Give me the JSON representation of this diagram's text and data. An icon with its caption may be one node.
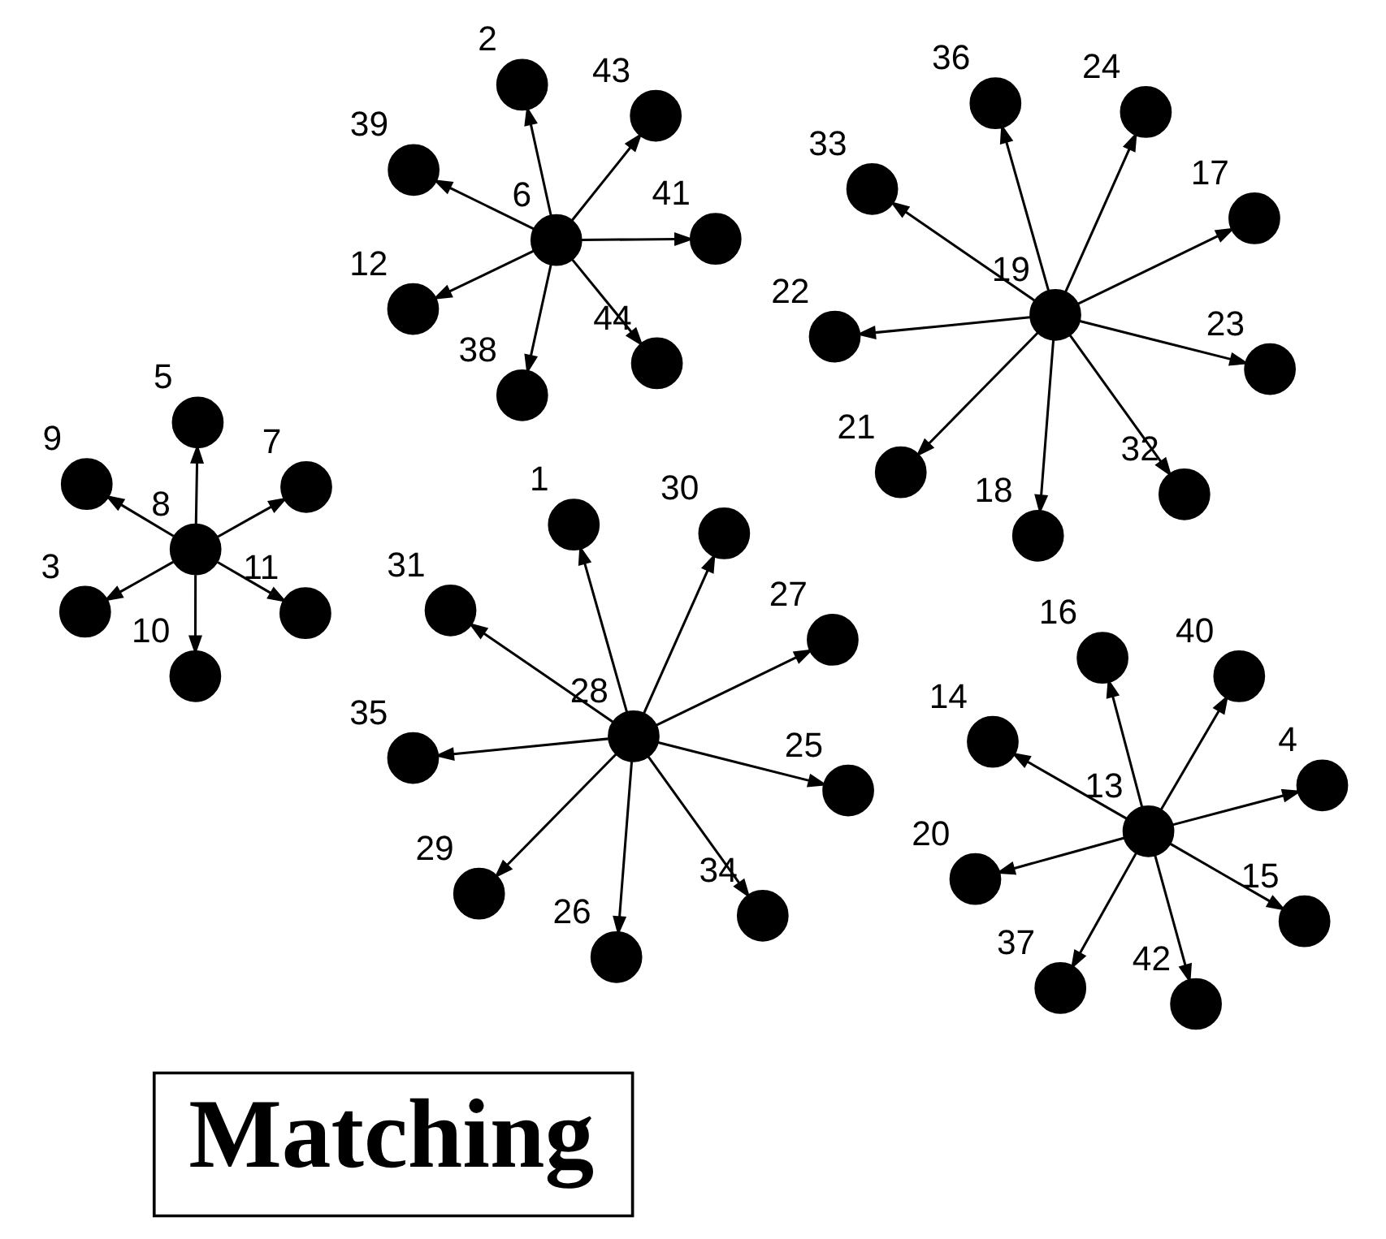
{
  "diagram": {
    "nodes": [
      {
        "text": [],
        "shape": "circle",
        "beside": [
          "8"
        ]
      },
      {
        "text": [],
        "shape": "circle",
        "beside": [
          "11"
        ]
      },
      {
        "text": [],
        "shape": "circle",
        "beside": [
          "10"
        ]
      },
      {
        "text": [],
        "shape": "circle",
        "beside": [
          "9"
        ]
      },
      {
        "text": [],
        "shape": "circle",
        "beside": [
          "7"
        ]
      },
      {
        "text": [],
        "shape": "circle",
        "beside": [
          "5"
        ]
      },
      {
        "text": [],
        "shape": "circle",
        "beside": [
          "3"
        ]
      },
      {
        "text": [],
        "shape": "circle",
        "beside": [
          "28"
        ]
      },
      {
        "text": [],
        "shape": "circle",
        "beside": [
          "27"
        ]
      },
      {
        "text": [],
        "shape": "circle",
        "beside": [
          "26"
        ]
      },
      {
        "text": [],
        "shape": "circle",
        "beside": [
          "31"
        ]
      },
      {
        "text": [],
        "shape": "circle",
        "beside": [
          "30"
        ]
      },
      {
        "text": [],
        "shape": "circle",
        "beside": [
          "1"
        ]
      },
      {
        "text": [],
        "shape": "circle",
        "beside": [
          "35"
        ]
      },
      {
        "text": [],
        "shape": "circle",
        "beside": [
          "25"
        ]
      },
      {
        "text": [],
        "shape": "circle",
        "beside": [
          "29"
        ]
      },
      {
        "text": [],
        "shape": "circle",
        "beside": [
          "34"
        ]
      },
      {
        "text": [],
        "shape": "circle",
        "beside": [
          "6"
        ]
      },
      {
        "text": [],
        "shape": "circle",
        "beside": [
          "41"
        ]
      },
      {
        "text": [],
        "shape": "circle",
        "beside": [
          "38"
        ]
      },
      {
        "text": [],
        "shape": "circle",
        "beside": [
          "39"
        ]
      },
      {
        "text": [],
        "shape": "circle",
        "beside": [
          "43"
        ]
      },
      {
        "text": [],
        "shape": "circle",
        "beside": [
          "2"
        ]
      },
      {
        "text": [],
        "shape": "circle",
        "beside": [
          "12"
        ]
      },
      {
        "text": [],
        "shape": "circle",
        "beside": [
          "44"
        ]
      },
      {
        "text": [],
        "shape": "circle",
        "beside": [
          "13"
        ]
      },
      {
        "text": [],
        "shape": "circle",
        "beside": [
          "4"
        ]
      },
      {
        "text": [],
        "shape": "circle",
        "beside": [
          "37"
        ]
      },
      {
        "text": [],
        "shape": "circle",
        "beside": [
          "14"
        ]
      },
      {
        "text": [],
        "shape": "circle",
        "beside": [
          "40"
        ]
      },
      {
        "text": [],
        "shape": "circle",
        "beside": [
          "16"
        ]
      },
      {
        "text": [],
        "shape": "circle",
        "beside": [
          "20"
        ]
      },
      {
        "text": [],
        "shape": "circle",
        "beside": [
          "15"
        ]
      },
      {
        "text": [],
        "shape": "circle",
        "beside": [
          "42"
        ]
      },
      {
        "text": [],
        "shape": "circle",
        "beside": [
          "19"
        ]
      },
      {
        "text": [],
        "shape": "circle",
        "beside": [
          "17"
        ]
      },
      {
        "text": [],
        "shape": "circle",
        "beside": [
          "18"
        ]
      },
      {
        "text": [],
        "shape": "circle",
        "beside": [
          "33"
        ]
      },
      {
        "text": [],
        "shape": "circle",
        "beside": [
          "24"
        ]
      },
      {
        "text": [],
        "shape": "circle",
        "beside": [
          "36"
        ]
      },
      {
        "text": [],
        "shape": "circle",
        "beside": [
          "22"
        ]
      },
      {
        "text": [],
        "shape": "circle",
        "beside": [
          "23"
        ]
      },
      {
        "text": [],
        "shape": "circle",
        "beside": [
          "21"
        ]
      },
      {
        "text": [],
        "shape": "circle",
        "beside": [
          "32"
        ]
      }
    ],
    "edges": [
      {
        "from": 0,
        "to": 1,
        "arrow": "to"
      },
      {
        "from": 0,
        "to": 2,
        "arrow": "to"
      },
      {
        "from": 0,
        "to": 3,
        "arrow": "to"
      },
      {
        "from": 0,
        "to": 4,
        "arrow": "to"
      },
      {
        "from": 0,
        "to": 5,
        "arrow": "to"
      },
      {
        "from": 0,
        "to": 6,
        "arrow": "to"
      },
      {
        "from": 7,
        "to": 8,
        "arrow": "to"
      },
      {
        "from": 7,
        "to": 9,
        "arrow": "to"
      },
      {
        "from": 7,
        "to": 10,
        "arrow": "to"
      },
      {
        "from": 7,
        "to": 11,
        "arrow": "to"
      },
      {
        "from": 7,
        "to": 12,
        "arrow": "to"
      },
      {
        "from": 7,
        "to": 13,
        "arrow": "to"
      },
      {
        "from": 7,
        "to": 14,
        "arrow": "to"
      },
      {
        "from": 7,
        "to": 15,
        "arrow": "to"
      },
      {
        "from": 7,
        "to": 16,
        "arrow": "to"
      },
      {
        "from": 17,
        "to": 18,
        "arrow": "to"
      },
      {
        "from": 17,
        "to": 19,
        "arrow": "to"
      },
      {
        "from": 17,
        "to": 20,
        "arrow": "to"
      },
      {
        "from": 17,
        "to": 21,
        "arrow": "to"
      },
      {
        "from": 17,
        "to": 22,
        "arrow": "to"
      },
      {
        "from": 17,
        "to": 23,
        "arrow": "to"
      },
      {
        "from": 17,
        "to": 24,
        "arrow": "to"
      },
      {
        "from": 25,
        "to": 26,
        "arrow": "to"
      },
      {
        "from": 25,
        "to": 27,
        "arrow": "to"
      },
      {
        "from": 25,
        "to": 28,
        "arrow": "to"
      },
      {
        "from": 25,
        "to": 29,
        "arrow": "to"
      },
      {
        "from": 25,
        "to": 30,
        "arrow": "to"
      },
      {
        "from": 25,
        "to": 31,
        "arrow": "to"
      },
      {
        "from": 25,
        "to": 32,
        "arrow": "to"
      },
      {
        "from": 25,
        "to": 33,
        "arrow": "to"
      },
      {
        "from": 34,
        "to": 35,
        "arrow": "to"
      },
      {
        "from": 34,
        "to": 36,
        "arrow": "to"
      },
      {
        "from": 34,
        "to": 37,
        "arrow": "to"
      },
      {
        "from": 34,
        "to": 38,
        "arrow": "to"
      },
      {
        "from": 34,
        "to": 39,
        "arrow": "to"
      },
      {
        "from": 34,
        "to": 40,
        "arrow": "to"
      },
      {
        "from": 34,
        "to": 41,
        "arrow": "to"
      },
      {
        "from": 34,
        "to": 42,
        "arrow": "to"
      },
      {
        "from": 34,
        "to": 43,
        "arrow": "to"
      }
    ],
    "labels": [
      "Matching"
    ]
  }
}
